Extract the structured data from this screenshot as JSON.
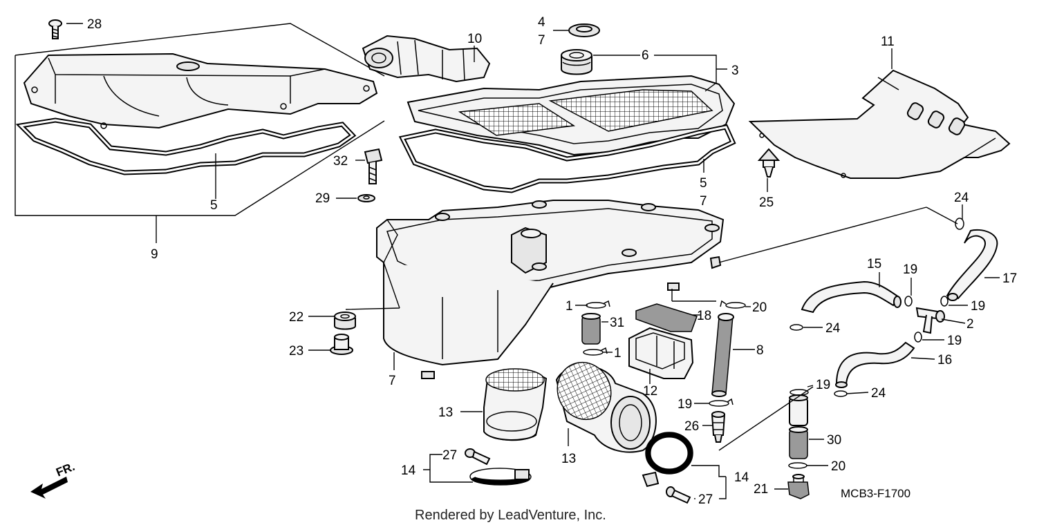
{
  "diagram": {
    "code": "MCB3-F1700",
    "credit": "Rendered by LeadVenture, Inc.",
    "direction": "FR.",
    "labels": {
      "l28": "28",
      "l10": "10",
      "l4": "4",
      "l7a": "7",
      "l6": "6",
      "l3": "3",
      "l11": "11",
      "l32": "32",
      "l29": "29",
      "l5a": "5",
      "l9": "9",
      "l5b": "5",
      "l7b": "7",
      "l25": "25",
      "l24a": "24",
      "l15": "15",
      "l19a": "19",
      "l17": "17",
      "l19b": "19",
      "l2": "2",
      "l24b": "24",
      "l19c": "19",
      "l16": "16",
      "l24c": "24",
      "l19d": "19",
      "l1a": "1",
      "l31": "31",
      "l1b": "1",
      "l18": "18",
      "l20a": "20",
      "l8": "8",
      "l22": "22",
      "l23": "23",
      "l7c": "7",
      "l12": "12",
      "l19e": "19",
      "l26": "26",
      "l13a": "13",
      "l13b": "13",
      "l30": "30",
      "l20b": "20",
      "l14a": "14",
      "l27a": "27",
      "l14b": "14",
      "l27b": "27",
      "l21": "21"
    }
  }
}
